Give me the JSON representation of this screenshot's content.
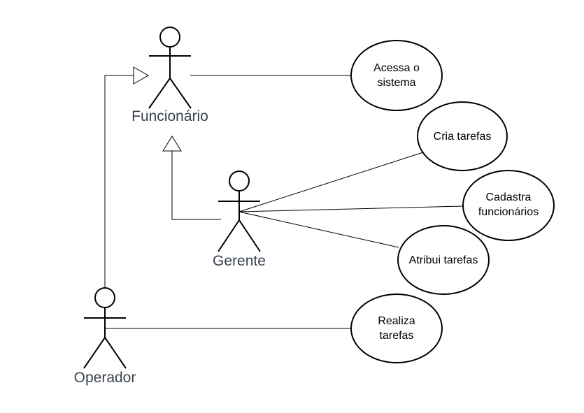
{
  "actors": {
    "funcionario": {
      "label": "Funcionário"
    },
    "gerente": {
      "label": "Gerente"
    },
    "operador": {
      "label": "Operador"
    }
  },
  "use_cases": {
    "acessa": {
      "lines": [
        "Acessa o",
        "sistema"
      ]
    },
    "cria": {
      "lines": [
        "Cria tarefas"
      ]
    },
    "cadastra": {
      "lines": [
        "Cadastra",
        "funcionários"
      ]
    },
    "atribui": {
      "lines": [
        "Atribui tarefas"
      ]
    },
    "realiza": {
      "lines": [
        "Realiza",
        "tarefas"
      ]
    }
  }
}
